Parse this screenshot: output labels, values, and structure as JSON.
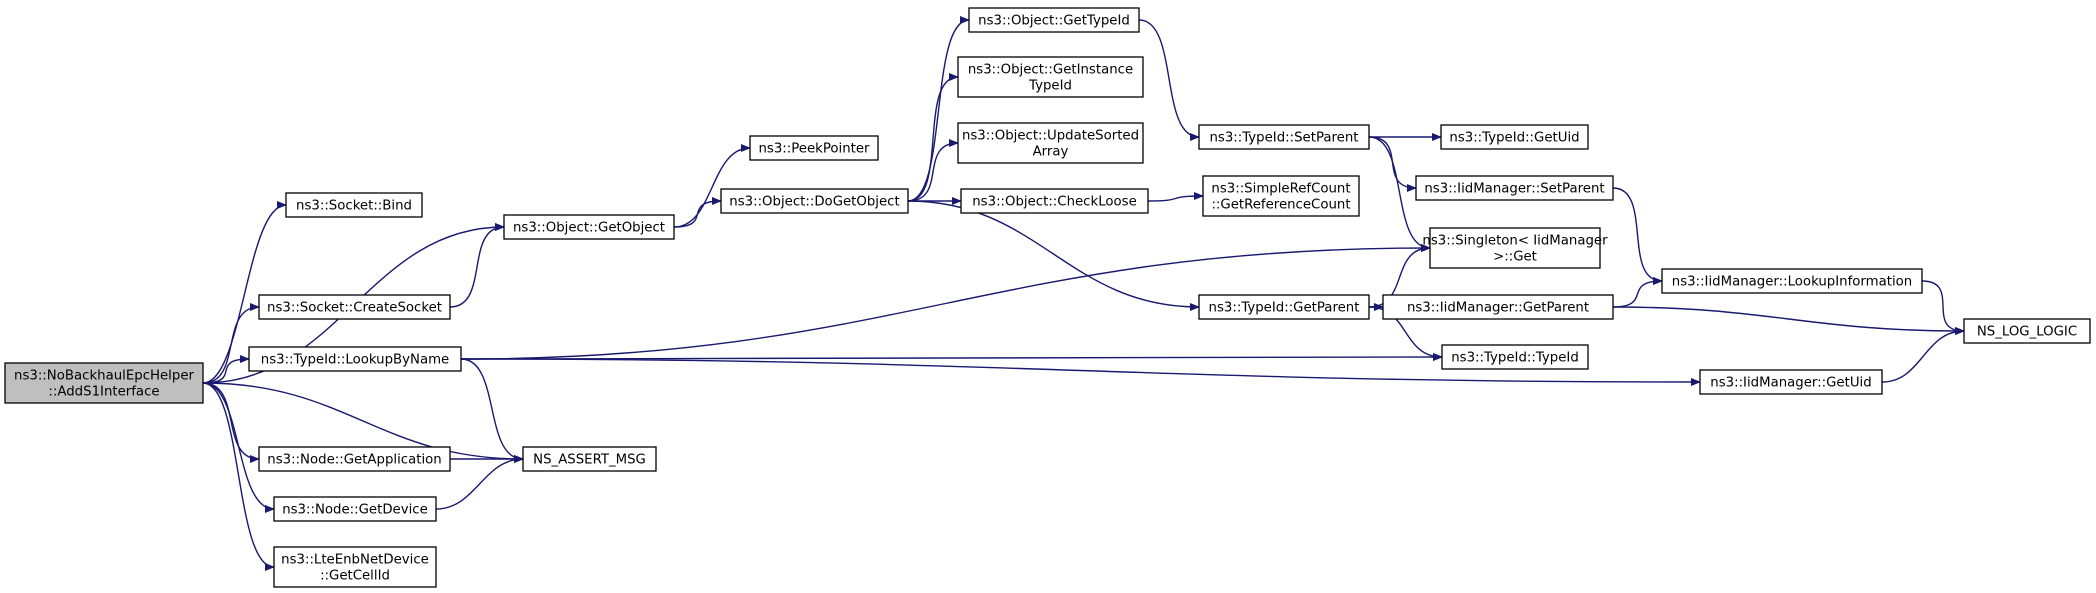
{
  "diagram": {
    "type": "call-graph",
    "edge_color": "#191970",
    "root_fill": "#bfbfbf",
    "nodes": [
      {
        "id": "root",
        "lines": [
          "ns3::NoBackhaulEpcHelper",
          "::AddS1Interface"
        ],
        "root": true
      },
      {
        "id": "socket_bind",
        "lines": [
          "ns3::Socket::Bind"
        ]
      },
      {
        "id": "get_object",
        "lines": [
          "ns3::Object::GetObject"
        ]
      },
      {
        "id": "create_socket",
        "lines": [
          "ns3::Socket::CreateSocket"
        ]
      },
      {
        "id": "lookup_by_name",
        "lines": [
          "ns3::TypeId::LookupByName"
        ]
      },
      {
        "id": "get_application",
        "lines": [
          "ns3::Node::GetApplication"
        ]
      },
      {
        "id": "ns_assert_msg",
        "lines": [
          "NS_ASSERT_MSG"
        ]
      },
      {
        "id": "get_device",
        "lines": [
          "ns3::Node::GetDevice"
        ]
      },
      {
        "id": "get_cell_id",
        "lines": [
          "ns3::LteEnbNetDevice",
          "::GetCellId"
        ]
      },
      {
        "id": "peek_pointer",
        "lines": [
          "ns3::PeekPointer"
        ]
      },
      {
        "id": "do_get_object",
        "lines": [
          "ns3::Object::DoGetObject"
        ]
      },
      {
        "id": "get_type_id",
        "lines": [
          "ns3::Object::GetTypeId"
        ]
      },
      {
        "id": "get_instance_type_id",
        "lines": [
          "ns3::Object::GetInstance",
          "TypeId"
        ]
      },
      {
        "id": "update_sorted_array",
        "lines": [
          "ns3::Object::UpdateSorted",
          "Array"
        ]
      },
      {
        "id": "check_loose",
        "lines": [
          "ns3::Object::CheckLoose"
        ]
      },
      {
        "id": "typeid_set_parent",
        "lines": [
          "ns3::TypeId::SetParent"
        ]
      },
      {
        "id": "get_reference_count",
        "lines": [
          "ns3::SimpleRefCount",
          "::GetReferenceCount"
        ]
      },
      {
        "id": "typeid_get_parent",
        "lines": [
          "ns3::TypeId::GetParent"
        ]
      },
      {
        "id": "typeid_get_uid",
        "lines": [
          "ns3::TypeId::GetUid"
        ]
      },
      {
        "id": "iid_set_parent",
        "lines": [
          "ns3::IidManager::SetParent"
        ]
      },
      {
        "id": "singleton_get",
        "lines": [
          "ns3::Singleton< IidManager",
          ">::Get"
        ]
      },
      {
        "id": "iid_get_parent",
        "lines": [
          "ns3::IidManager::GetParent"
        ]
      },
      {
        "id": "typeid_typeid",
        "lines": [
          "ns3::TypeId::TypeId"
        ]
      },
      {
        "id": "iid_get_uid",
        "lines": [
          "ns3::IidManager::GetUid"
        ]
      },
      {
        "id": "iid_lookup_information",
        "lines": [
          "ns3::IidManager::LookupInformation"
        ]
      },
      {
        "id": "ns_log_logic",
        "lines": [
          "NS_LOG_LOGIC"
        ]
      }
    ],
    "edges": [
      {
        "from": "root",
        "to": "socket_bind"
      },
      {
        "from": "root",
        "to": "get_object"
      },
      {
        "from": "root",
        "to": "create_socket"
      },
      {
        "from": "root",
        "to": "lookup_by_name"
      },
      {
        "from": "root",
        "to": "ns_assert_msg"
      },
      {
        "from": "root",
        "to": "get_application"
      },
      {
        "from": "root",
        "to": "get_device"
      },
      {
        "from": "root",
        "to": "get_cell_id"
      },
      {
        "from": "get_object",
        "to": "peek_pointer"
      },
      {
        "from": "get_object",
        "to": "do_get_object"
      },
      {
        "from": "create_socket",
        "to": "get_object"
      },
      {
        "from": "do_get_object",
        "to": "get_type_id"
      },
      {
        "from": "do_get_object",
        "to": "get_instance_type_id"
      },
      {
        "from": "do_get_object",
        "to": "update_sorted_array"
      },
      {
        "from": "do_get_object",
        "to": "check_loose"
      },
      {
        "from": "do_get_object",
        "to": "typeid_get_parent"
      },
      {
        "from": "get_type_id",
        "to": "typeid_set_parent"
      },
      {
        "from": "check_loose",
        "to": "get_reference_count"
      },
      {
        "from": "typeid_set_parent",
        "to": "typeid_get_uid"
      },
      {
        "from": "typeid_set_parent",
        "to": "iid_set_parent"
      },
      {
        "from": "typeid_set_parent",
        "to": "singleton_get"
      },
      {
        "from": "typeid_get_parent",
        "to": "singleton_get"
      },
      {
        "from": "typeid_get_parent",
        "to": "iid_get_parent"
      },
      {
        "from": "typeid_get_parent",
        "to": "typeid_typeid"
      },
      {
        "from": "lookup_by_name",
        "to": "singleton_get"
      },
      {
        "from": "lookup_by_name",
        "to": "typeid_typeid"
      },
      {
        "from": "lookup_by_name",
        "to": "iid_get_uid"
      },
      {
        "from": "lookup_by_name",
        "to": "ns_assert_msg"
      },
      {
        "from": "get_application",
        "to": "ns_assert_msg"
      },
      {
        "from": "get_device",
        "to": "ns_assert_msg"
      },
      {
        "from": "iid_set_parent",
        "to": "iid_lookup_information"
      },
      {
        "from": "iid_get_parent",
        "to": "iid_lookup_information"
      },
      {
        "from": "iid_get_parent",
        "to": "ns_log_logic"
      },
      {
        "from": "iid_lookup_information",
        "to": "ns_log_logic"
      },
      {
        "from": "iid_get_uid",
        "to": "ns_log_logic"
      }
    ]
  }
}
